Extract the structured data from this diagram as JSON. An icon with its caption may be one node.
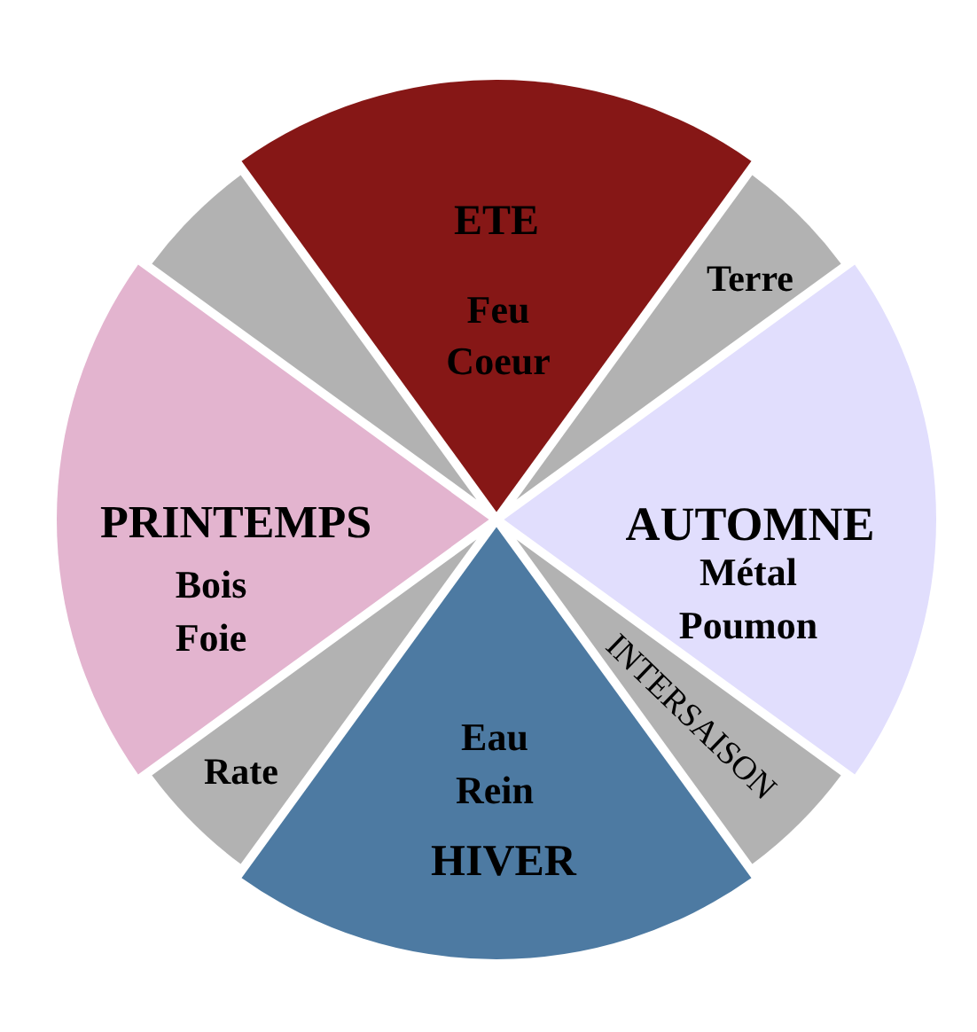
{
  "diagram": {
    "nodes": [
      {
        "text": [
          "ETE",
          "Feu Coeur"
        ]
      },
      {
        "text": [
          "Terre"
        ]
      },
      {
        "text": [
          "AUTOMNE",
          "Métal Poumon"
        ]
      },
      {
        "text": [
          "INTERSAISON"
        ]
      },
      {
        "text": [
          "Eau Rein",
          "HIVER"
        ]
      },
      {
        "text": [
          "Rate"
        ]
      },
      {
        "text": [
          "PRINTEMPS",
          "Bois Foie"
        ]
      },
      {
        "text": [],
        "shape": "wedge"
      }
    ]
  }
}
